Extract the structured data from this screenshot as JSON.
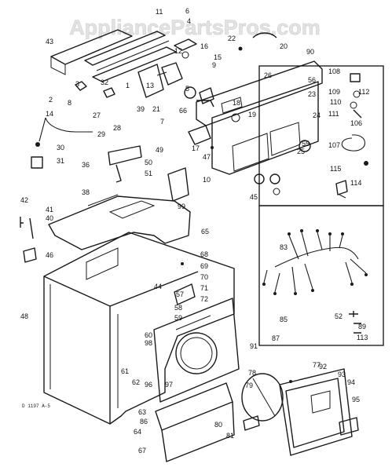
{
  "watermark": "AppliancePartsPros.com",
  "diagram_code": "D 1197 A-5",
  "callouts": [
    "11",
    "6",
    "4",
    "43",
    "12",
    "16",
    "22",
    "20",
    "14",
    "90",
    "3",
    "2",
    "8",
    "32",
    "13",
    "15",
    "9",
    "26",
    "56",
    "23",
    "27",
    "28",
    "39",
    "21",
    "7",
    "36",
    "66",
    "5",
    "24",
    "30",
    "29",
    "31",
    "49",
    "50",
    "51",
    "17",
    "47",
    "10",
    "99",
    "38",
    "42",
    "41",
    "40",
    "65",
    "45",
    "46",
    "68",
    "69",
    "70",
    "71",
    "72",
    "44",
    "57",
    "58",
    "59",
    "48",
    "60",
    "98",
    "61",
    "62",
    "96",
    "63",
    "86",
    "64",
    "67",
    "97",
    "91",
    "78",
    "77",
    "79",
    "80",
    "92",
    "93",
    "94",
    "95",
    "81",
    "108",
    "109",
    "112",
    "110",
    "111",
    "106",
    "107",
    "115",
    "114",
    "83",
    "85",
    "52",
    "89",
    "113",
    "87",
    "25",
    "19",
    "18",
    "55",
    "1"
  ],
  "icons": [
    "cabinet-icon",
    "control-panel-icon",
    "front-panel-icon",
    "door-icon",
    "wire-harness-icon"
  ]
}
